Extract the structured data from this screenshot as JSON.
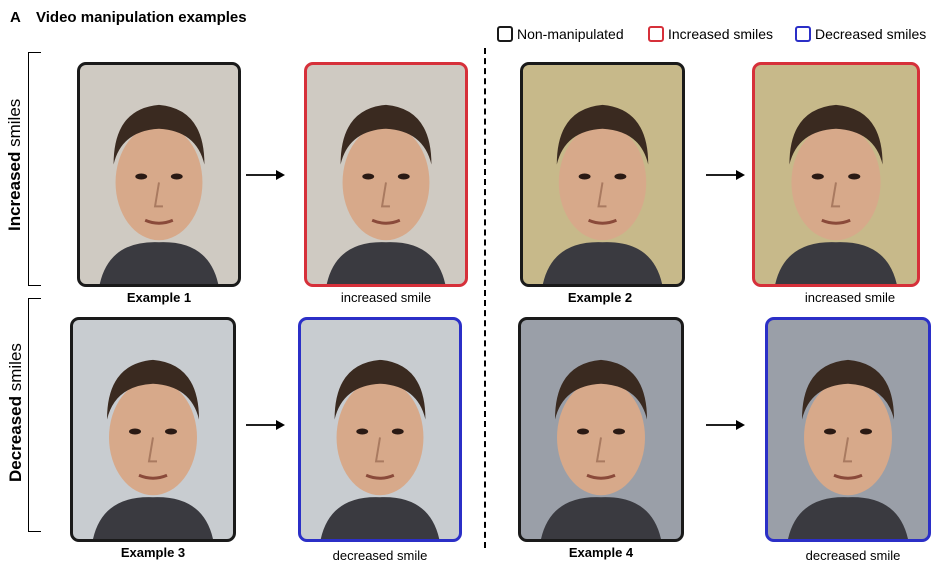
{
  "panel_letter": "A",
  "title": "Video manipulation examples",
  "legend": [
    {
      "label": "Non-manipulated",
      "color": "#1a1a1a"
    },
    {
      "label": "Increased smiles",
      "color": "#d6303a"
    },
    {
      "label": "Decreased smiles",
      "color": "#2b2fc7"
    }
  ],
  "rows": {
    "increased": {
      "bold": "Increased",
      "rest": " smiles"
    },
    "decreased": {
      "bold": "Decreased",
      "rest": " smiles"
    }
  },
  "captions": {
    "ex1": "Example 1",
    "ex1_manip": "increased smile",
    "ex2": "Example 2",
    "ex2_manip": "increased smile",
    "ex3": "Example 3",
    "ex3_manip": "decreased smile",
    "ex4": "Example 4",
    "ex4_manip": "decreased smile"
  },
  "colors": {
    "non_manipulated": "#1a1a1a",
    "increased": "#d6303a",
    "decreased": "#2b2fc7"
  }
}
